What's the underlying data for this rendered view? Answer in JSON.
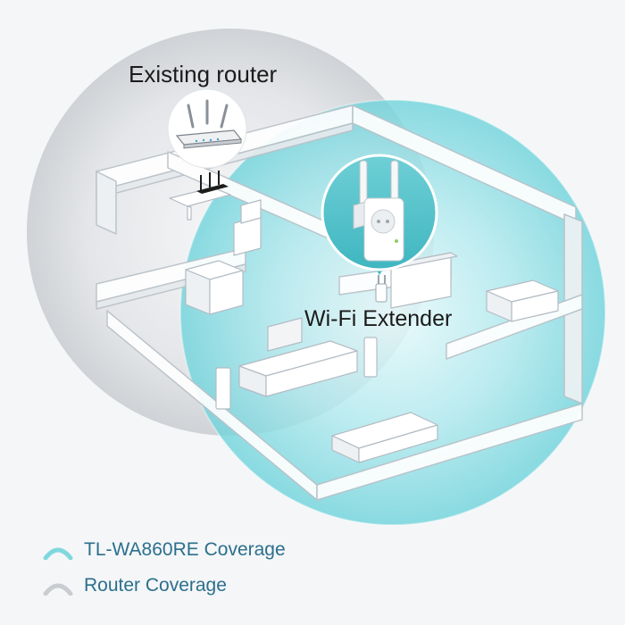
{
  "labels": {
    "router": "Existing router",
    "extender": "Wi-Fi Extender"
  },
  "legend": [
    {
      "text": "TL-WA860RE Coverage",
      "icon": "extender-coverage-swatch",
      "color": "#7fd8de"
    },
    {
      "text": "Router Coverage",
      "icon": "router-coverage-swatch",
      "color": "#c9ccd0"
    }
  ],
  "colors": {
    "background": "#f4f6f8",
    "router_coverage": "#c5c7cb",
    "extender_coverage": "#6ed3db",
    "walls": "#ffffff",
    "wall_edge": "#b9c2c8",
    "legend_text": "#2b6f8c"
  },
  "icons": {
    "router_device": "router-icon",
    "extender_device": "extender-icon",
    "extender_location": "location-pin-icon"
  }
}
